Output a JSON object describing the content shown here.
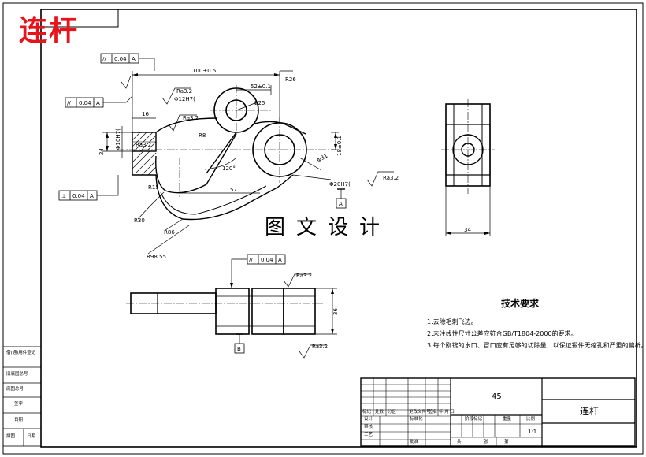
{
  "title_stamp": "连杆",
  "watermark": "图文设计",
  "dims": {
    "center_distance": "100±0.5",
    "r26": "R26",
    "w52": "52±0.1",
    "phi12": "Φ12H7(",
    "phi25": "Φ25",
    "w16": "16",
    "r8": "R8",
    "phi10": "Φ10H7(",
    "h24": "24",
    "h18": "18±0.1",
    "phi31": "Φ31",
    "r15": "R15",
    "ang120": "120°",
    "w57": "57",
    "r30": "R30",
    "r86": "R86",
    "r98": "R98.55",
    "phi20": "Φ20H7(",
    "w34": "34",
    "h36": "36"
  },
  "surface": {
    "ra32": "Ra3.2",
    "ra32_b": "Ra3.2",
    "ra32_c": "Ra3.2",
    "ra32_d": "Ra3.2",
    "ra32_e": "Ra3.2",
    "ra32_f": "Ra3.2"
  },
  "tolerances": {
    "t1_sym": "//",
    "t1_val": "0.04",
    "t1_ref": "A",
    "t2_sym": "//",
    "t2_val": "0.04",
    "t2_ref": "A",
    "t3_sym": "⊥",
    "t3_val": "0.04",
    "t3_ref": "A",
    "t4_sym": "//",
    "t4_val": "0.04",
    "t4_ref": "A"
  },
  "datums": {
    "a": "A",
    "b": "B"
  },
  "tech": {
    "title": "技术要求",
    "items": [
      "1.去除毛刺飞边。",
      "2.未注线性尺寸公差应符合GB/T1804-2000的要求。",
      "3.每个刚锭的水口、冒口应有足够的切除量，以保证锻件无缩孔和严重的偏析。"
    ]
  },
  "title_block": {
    "material": "45",
    "part_name": "连杆",
    "scale": "1:1",
    "h_mark": "标记",
    "h_count": "处数",
    "h_zone": "分区",
    "h_doc": "更改文件号",
    "h_sign": "签名",
    "h_date": "年 月 日",
    "h_design": "设计",
    "h_stage": "阶段标记",
    "h_weight": "重量",
    "h_scale": "比例",
    "h_review": "审核",
    "h_craft": "工艺",
    "h_approve": "批准",
    "h_total": "共",
    "h_sheet": "张",
    "h_no": "第",
    "h_std": "标准化"
  },
  "side_block": {
    "r1": "借(通)用件登记",
    "r2": "旧底图总号",
    "r3": "底图总号",
    "r4": "签字",
    "r5": "日期",
    "r6a": "描图",
    "r6b": "日期"
  }
}
